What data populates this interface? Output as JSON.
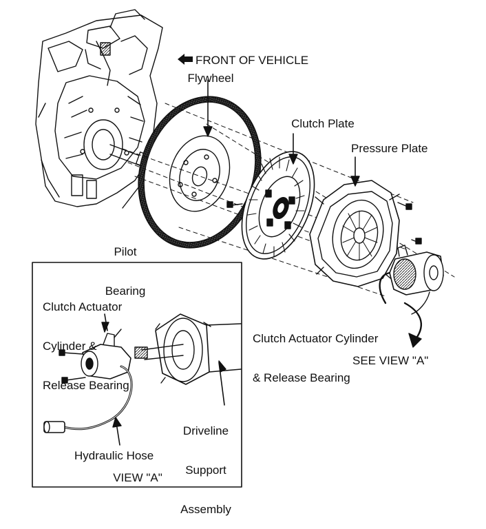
{
  "labels": {
    "front_of_vehicle": "FRONT OF VEHICLE",
    "flywheel": "Flywheel",
    "clutch_plate": "Clutch Plate",
    "pressure_plate": "Pressure Plate",
    "pilot_bearing_1": "Pilot",
    "pilot_bearing_2": "Bearing",
    "actuator_main_1": "Clutch Actuator Cylinder",
    "actuator_main_2": "& Release Bearing",
    "see_view": "SEE VIEW \"A\"",
    "inset_actuator_1": "Clutch Actuator",
    "inset_actuator_2": "Cylinder &",
    "inset_actuator_3": "Release Bearing",
    "driveline_1": "Driveline",
    "driveline_2": "Support",
    "driveline_3": "Assembly",
    "hydraulic_hose": "Hydraulic Hose",
    "view_a": "VIEW \"A\""
  },
  "colors": {
    "ink": "#111111",
    "paper": "#ffffff",
    "shade": "#555555"
  }
}
